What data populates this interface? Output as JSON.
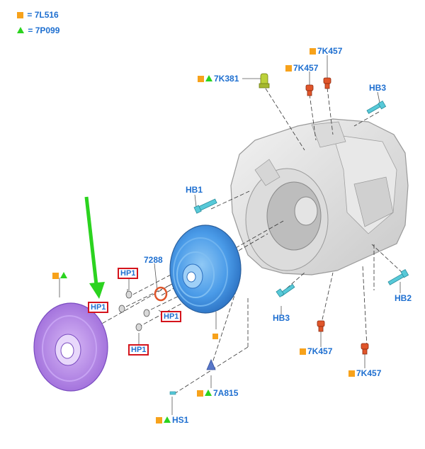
{
  "legend": [
    {
      "symbol": "square",
      "sep": "=",
      "code": "7L516"
    },
    {
      "symbol": "triangle",
      "sep": "=",
      "code": "7P099"
    }
  ],
  "labels": {
    "k381": "7K381",
    "k457_top_left": "7K457",
    "k457_top_right": "7K457",
    "hb3_top": "HB3",
    "hb1": "HB1",
    "p7288": "7288",
    "hb3_bottom": "HB3",
    "hb2": "HB2",
    "k457_bottom_mid": "7K457",
    "k457_bottom_right": "7K457",
    "a815": "7A815",
    "hs1": "HS1"
  },
  "hp_tags": [
    "HP1",
    "HP1",
    "HP1",
    "HP1"
  ],
  "colors": {
    "label": "#1e6fd0",
    "square": "#f7a21b",
    "triangle": "#2bd31f",
    "hp_border": "#d4141c",
    "arrow": "#2bd31f",
    "converter": "#4a9be8",
    "cover": "#b07fe8",
    "bolt": "#57c9d8",
    "plug": "#e0552a"
  },
  "icons": [
    "square-icon",
    "triangle-icon",
    "green-arrow-icon"
  ]
}
